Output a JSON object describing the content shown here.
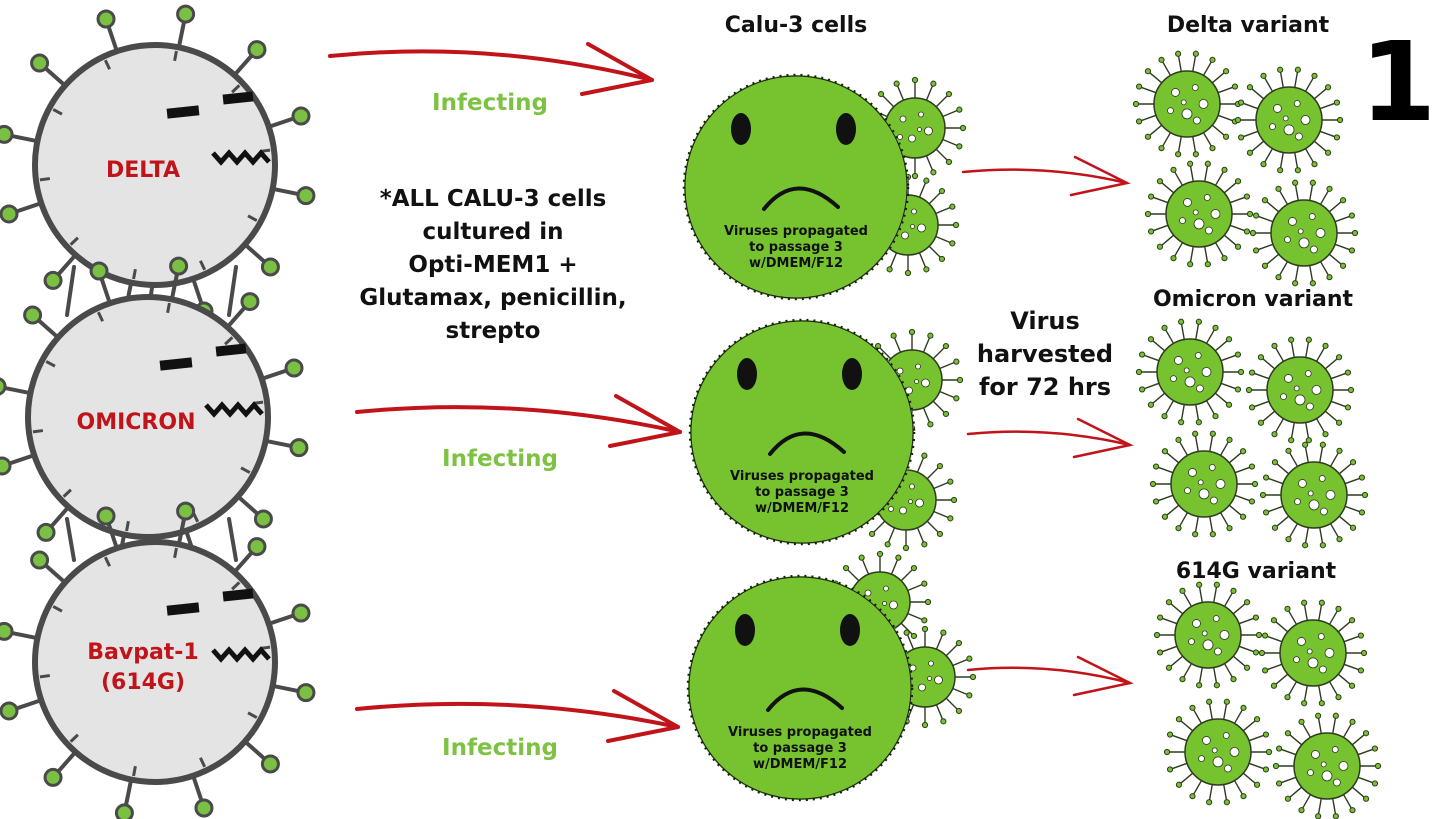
{
  "colors": {
    "virus_fill": "#e4e4e4",
    "virus_outline": "#4a4a4a",
    "spike_tip": "#7ac143",
    "label_red": "#c0141a",
    "cell_green": "#76c22f",
    "infect_green": "#7dc242",
    "arrow_red": "#c0141a",
    "text_black": "#111111"
  },
  "parent_viruses": [
    {
      "label_lines": [
        "DELTA"
      ]
    },
    {
      "label_lines": [
        "OMICRON"
      ]
    },
    {
      "label_lines": [
        "Bavpat-1",
        "(614G)"
      ]
    }
  ],
  "infecting_labels": [
    "Infecting",
    "Infecting",
    "Infecting"
  ],
  "culture_note_lines": [
    "*ALL CALU-3 cells",
    "cultured in",
    "Opti-MEM1 +",
    "Glutamax, penicillin,",
    "strepto"
  ],
  "cells_title": "Calu-3 cells",
  "cell_caption_lines": [
    "Viruses propagated",
    "to passage 3",
    "w/DMEM/F12"
  ],
  "harvest_lines": [
    "Virus",
    "harvested",
    "for 72 hrs"
  ],
  "variant_titles": [
    "Delta variant",
    "Omicron variant",
    "614G variant"
  ],
  "figure_number": "1",
  "icons": {
    "parent_virus": "virus-icon",
    "cell": "sad-cell-icon",
    "progeny": "virus-particle-icon",
    "arrow": "arrow-icon"
  }
}
